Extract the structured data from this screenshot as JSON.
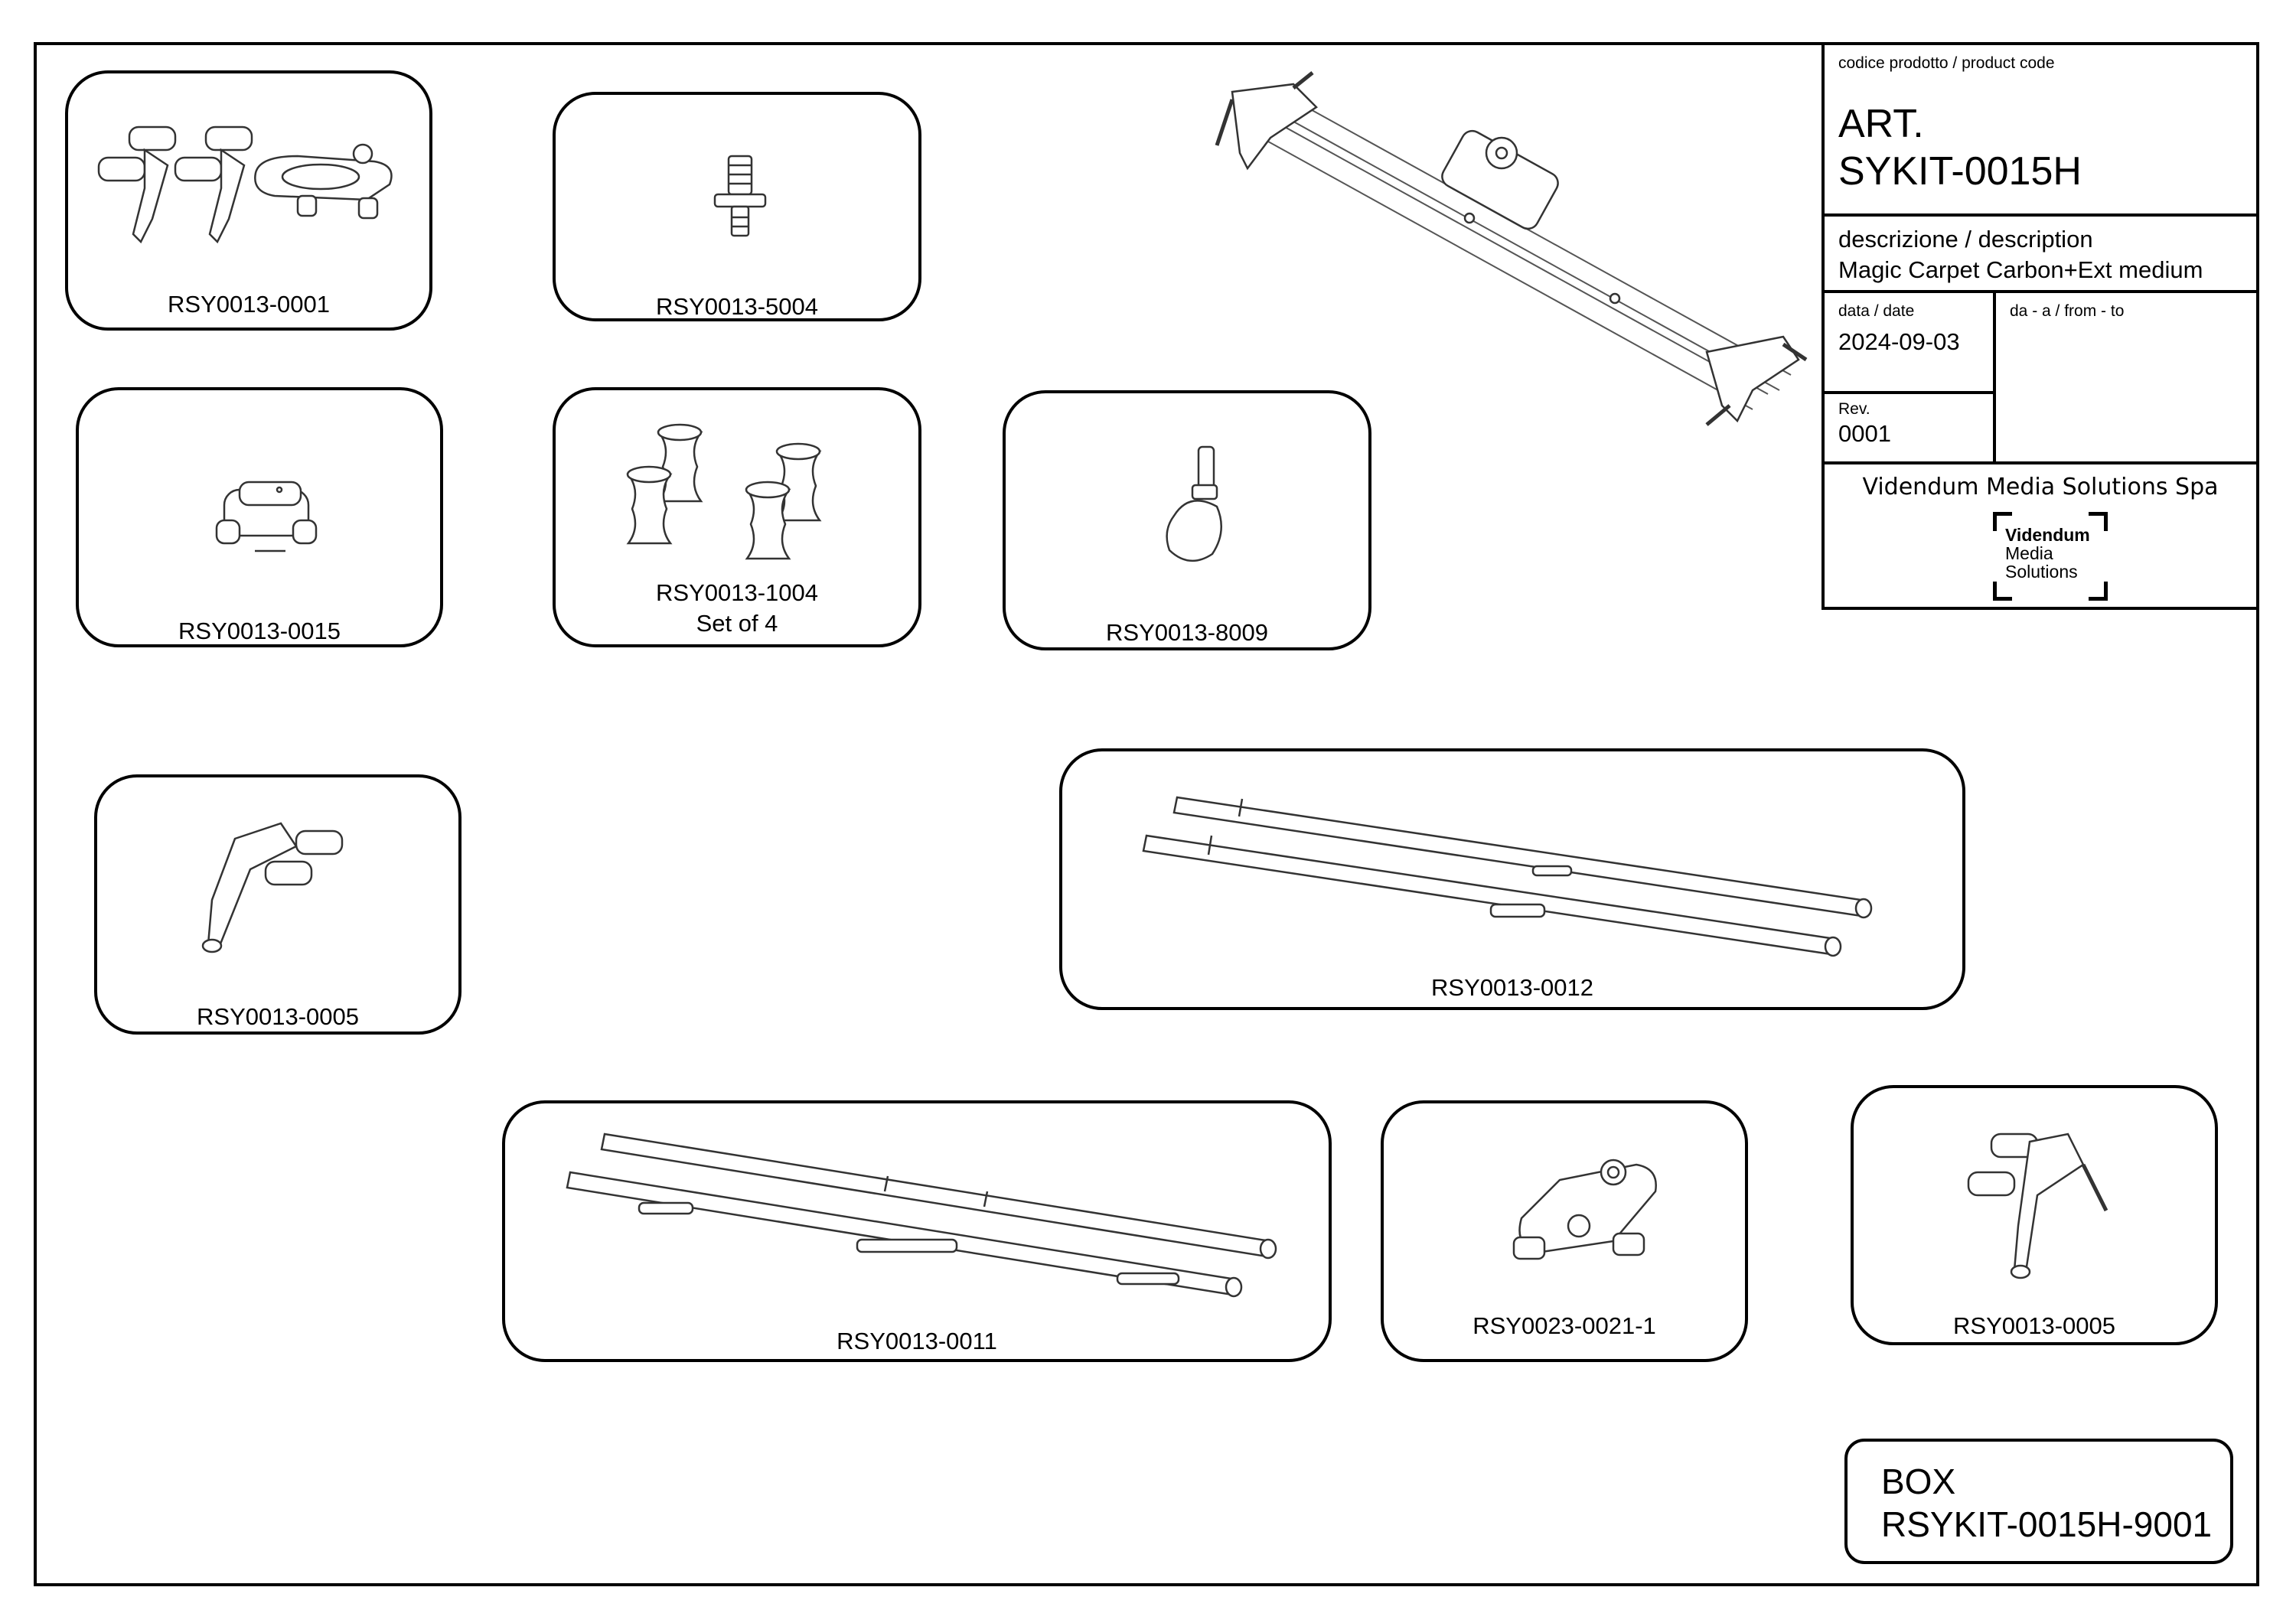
{
  "title_block": {
    "code_caption": "codice prodotto / product code",
    "art_line1": "ART.",
    "art_line2": "SYKIT-0015H",
    "description_caption": "descrizione / description",
    "description": "Magic Carpet Carbon+Ext medium",
    "date_caption": "data / date",
    "date": "2024-09-03",
    "from_to_caption": "da - a / from - to",
    "rev_caption": "Rev.",
    "rev": "0001",
    "company": "Videndum Media Solutions Spa",
    "logo_text": [
      "Videndum",
      "Media",
      "Solutions"
    ]
  },
  "parts": [
    {
      "code": "RSY0013-0001",
      "icon": "clamp-set-with-plate-icon"
    },
    {
      "code": "RSY0013-5004",
      "icon": "screw-adapter-icon"
    },
    {
      "code": "RSY0013-0015",
      "icon": "clamp-block-icon"
    },
    {
      "code": "RSY0013-1004",
      "sub": "Set of 4",
      "icon": "wheel-set-icon"
    },
    {
      "code": "RSY0013-8009",
      "icon": "pin-foot-icon"
    },
    {
      "code": "RSY0013-0005",
      "icon": "leg-clamp-icon"
    },
    {
      "code": "RSY0013-0012",
      "icon": "extension-rails-icon"
    },
    {
      "code": "RSY0013-0011",
      "icon": "carbon-rails-icon"
    },
    {
      "code": "RSY0023-0021-1",
      "icon": "bracket-icon"
    },
    {
      "code": "RSY0013-0005",
      "icon": "leg-clamp-icon"
    }
  ],
  "box": {
    "line1": "BOX",
    "line2": "RSYKIT-0015H-9001"
  },
  "colors": {
    "line": "#000000",
    "drawing": "#555555",
    "background": "#ffffff"
  }
}
